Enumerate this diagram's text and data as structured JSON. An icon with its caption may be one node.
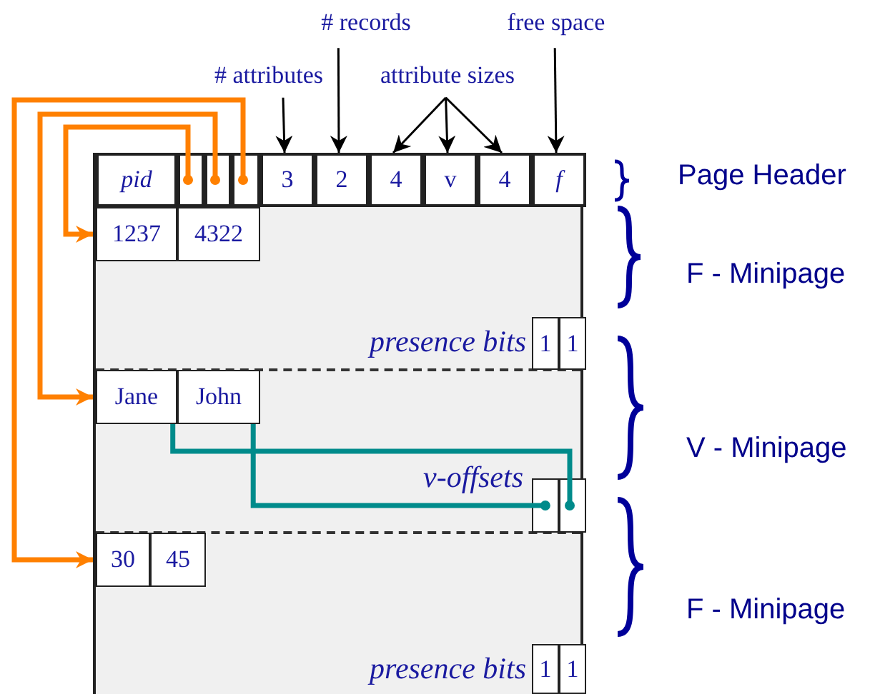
{
  "diagram": {
    "nodes": [
      {
        "text": [],
        "shape": "box"
      },
      {
        "text": [
          "pid"
        ],
        "in": 0
      },
      {
        "text": [],
        "shape": "box",
        "in": 0
      },
      {
        "text": [],
        "shape": "box",
        "in": 0
      },
      {
        "text": [],
        "shape": "box",
        "in": 0
      },
      {
        "text": [
          "3"
        ],
        "in": 0
      },
      {
        "text": [
          "2"
        ],
        "in": 0
      },
      {
        "text": [
          "4"
        ],
        "in": 0
      },
      {
        "text": [
          "v"
        ],
        "in": 0
      },
      {
        "text": [
          "4"
        ],
        "in": 0
      },
      {
        "text": [
          "f"
        ],
        "in": 0
      },
      {
        "text": [
          "1237"
        ],
        "in": 0
      },
      {
        "text": [
          "4322"
        ],
        "in": 0
      },
      {
        "text": [
          "1"
        ],
        "in": 0
      },
      {
        "text": [
          "1"
        ],
        "in": 0
      },
      {
        "text": [
          "Jane"
        ],
        "in": 0
      },
      {
        "text": [
          "John"
        ],
        "in": 0
      },
      {
        "text": [],
        "shape": "box",
        "in": 0
      },
      {
        "text": [],
        "shape": "box",
        "in": 0
      },
      {
        "text": [
          "30"
        ],
        "in": 0
      },
      {
        "text": [
          "45"
        ],
        "in": 0
      },
      {
        "text": [
          "1"
        ],
        "in": 0
      },
      {
        "text": [
          "1"
        ],
        "in": 0
      },
      {
        "text": [
          "# attributes"
        ]
      },
      {
        "text": [
          "# records"
        ]
      },
      {
        "text": [
          "attribute sizes"
        ]
      },
      {
        "text": [
          "free space"
        ]
      }
    ],
    "edges": [
      {
        "from": 2,
        "to": 11,
        "arrow": "to",
        "style": "thick",
        "color": "#ff8000"
      },
      {
        "from": 3,
        "to": 15,
        "arrow": "to",
        "style": "thick",
        "color": "#ff8000"
      },
      {
        "from": 4,
        "to": 19,
        "arrow": "to",
        "style": "thick",
        "color": "#ff8000"
      },
      {
        "from": 17,
        "to": 16,
        "arrow": "other",
        "style": "thick",
        "color": "#008b8b"
      },
      {
        "from": 18,
        "to": 15,
        "arrow": "other",
        "style": "thick",
        "color": "#008b8b"
      },
      {
        "from": 23,
        "to": 5,
        "arrow": "to"
      },
      {
        "from": 24,
        "to": 6,
        "arrow": "to"
      },
      {
        "from": 25,
        "to": 7,
        "arrow": "to"
      },
      {
        "from": 25,
        "to": 8,
        "arrow": "to"
      },
      {
        "from": 25,
        "to": 9,
        "arrow": "to"
      },
      {
        "from": 26,
        "to": 10,
        "arrow": "to"
      }
    ],
    "labels": [
      "Page Header",
      "F - Minipage",
      "presence bits",
      "V - Minipage",
      "v-offsets",
      "F - Minipage",
      "presence bits"
    ]
  }
}
